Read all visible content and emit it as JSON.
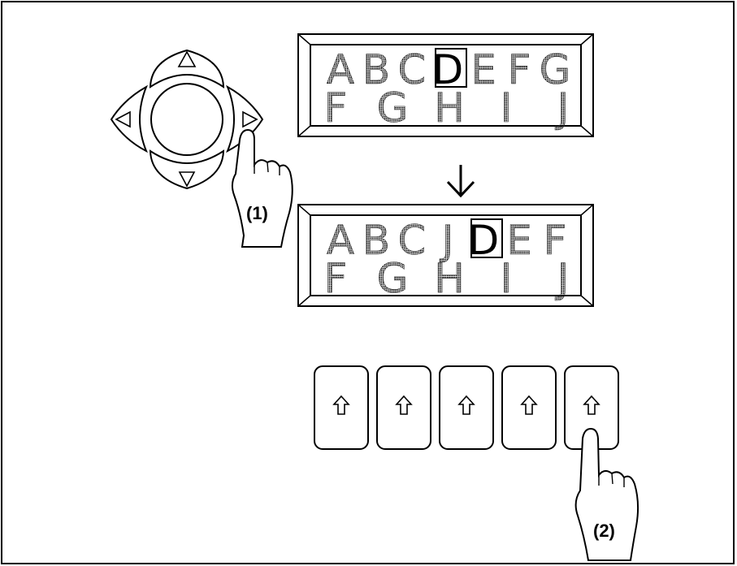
{
  "display_before": {
    "row1": [
      "A",
      "B",
      "C",
      "D",
      "E",
      "F",
      "G"
    ],
    "row1_cursor_index": 3,
    "row2": [
      "F",
      "G",
      "H",
      "I",
      "J"
    ]
  },
  "display_after": {
    "row1": [
      "A",
      "B",
      "C",
      "J",
      "D",
      "E",
      "F"
    ],
    "row1_cursor_index": 4,
    "row2": [
      "F",
      "G",
      "H",
      "I",
      "J"
    ]
  },
  "callouts": {
    "step1": "(1)",
    "step2": "(2)"
  },
  "icons": {
    "dpad_up": "triangle-up-icon",
    "dpad_down": "triangle-down-icon",
    "dpad_left": "triangle-left-icon",
    "dpad_right": "triangle-right-icon",
    "softkey": "arrow-up-outline-icon",
    "transition": "arrow-down-icon",
    "finger": "pointing-finger-icon"
  },
  "softkey_count": 5,
  "colors": {
    "ink": "#000000",
    "paper": "#ffffff",
    "lcd_pixel": "#222222"
  }
}
